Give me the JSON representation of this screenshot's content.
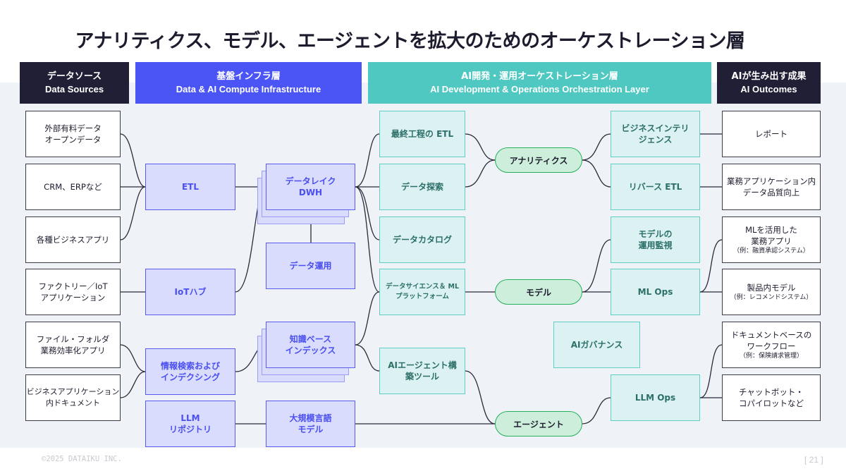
{
  "title": "アナリティクス、モデル、エージェントを拡大のためのオーケストレーション層",
  "colors": {
    "dark": "#211f35",
    "infra": "#4b55f5",
    "orchestration": "#4ec8c0",
    "band": "#eff2f7"
  },
  "headers": {
    "sources": {
      "jp": "データソース",
      "en": "Data Sources"
    },
    "infra": {
      "jp": "基盤インフラ層",
      "en": "Data & AI Compute Infrastructure"
    },
    "orchestration": {
      "jp": "AI開発・運用オーケストレーション層",
      "en": "AI Development & Operations Orchestration Layer"
    },
    "outcomes": {
      "jp": "AIが生み出す成果",
      "en": "AI Outcomes"
    }
  },
  "sources": [
    "外部有料データ\nオープンデータ",
    "CRM、ERPなど",
    "各種ビジネスアプリ",
    "ファクトリー／IoT\nアプリケーション",
    "ファイル・フォルダ\n業務効率化アプリ",
    "ビジネスアプリケーション\n内ドキュメント"
  ],
  "ingest": [
    "ETL",
    "IoTハブ",
    "情報検索および\nインデクシング",
    "LLM\nリポジトリ"
  ],
  "storage": [
    "データレイク\nDWH",
    "データ運用",
    "知識ベース\nインデックス",
    "大規模言語\nモデル"
  ],
  "tools": [
    "最終工程の ETL",
    "データ探索",
    "データカタログ",
    "データサイエンス＆ ML\nプラットフォーム",
    "AIエージェント構\n築ツール"
  ],
  "hubs": [
    "アナリティクス",
    "モデル",
    "エージェント"
  ],
  "ops": [
    "ビジネスインテリ\nジェンス",
    "リバース ETL",
    "モデルの\n運用監視",
    "ML Ops",
    "AIガバナンス",
    "LLM Ops"
  ],
  "outcomes": [
    {
      "main": "レポート",
      "sub": ""
    },
    {
      "main": "業務アプリケーション内\nデータ品質向上",
      "sub": ""
    },
    {
      "main": "MLを活用した\n業務アプリ",
      "sub": "（例：融資承認システム）"
    },
    {
      "main": "製品内モデル",
      "sub": "（例：レコメンドシステム）"
    },
    {
      "main": "ドキュメントベースの\nワークフロー",
      "sub": "（例：保険請求管理）"
    },
    {
      "main": "チャットボット・\nコパイロットなど",
      "sub": ""
    }
  ],
  "footer": {
    "copyright": "©2025 DATAIKU INC.",
    "page": "[ 21 ]"
  }
}
